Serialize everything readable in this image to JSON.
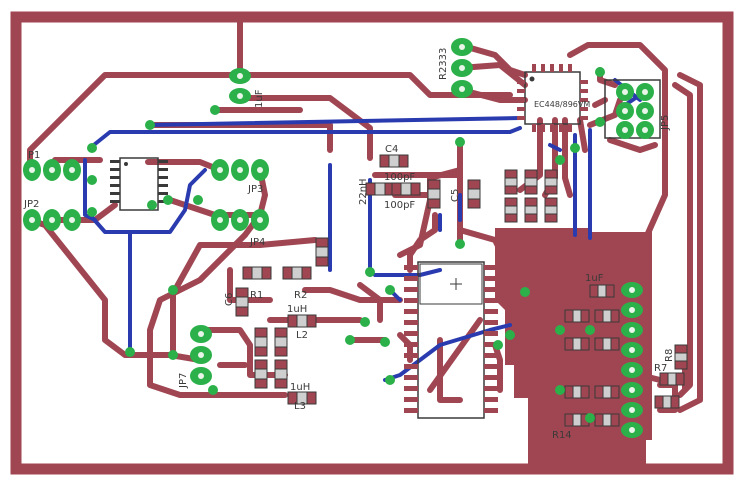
{
  "colors": {
    "background": "#ffffff",
    "copper_top": "#a04652",
    "copper_bottom": "#2a3bb0",
    "pad": "#2bb04a",
    "pad_hole": "#e8f5e8",
    "silkscreen": "#3a3a3a",
    "package_fill": "#cfcfcf"
  },
  "labels": {
    "r2333": "R2333",
    "c_1uf_top": "1uF",
    "ic_main": "EC448/896VM",
    "jp1": "P1",
    "jp2": "JP2",
    "jp3": "JP3",
    "jp4": "JP4",
    "jp7": "JP7",
    "c4": "C4",
    "c22nh": "22nH",
    "c100pf_a": "100pF",
    "c100pf_b": "100pF",
    "c_cs": "C5",
    "c6": "C6",
    "r1": "R1",
    "r2": "R2",
    "l1_val": "1uH",
    "l2": "L2",
    "l3_val": "1uH",
    "l3": "L3",
    "c_1uf_right": "1uF",
    "r8": "R8",
    "r7": "R7",
    "r14": "R14",
    "jp_right": "JP5"
  }
}
